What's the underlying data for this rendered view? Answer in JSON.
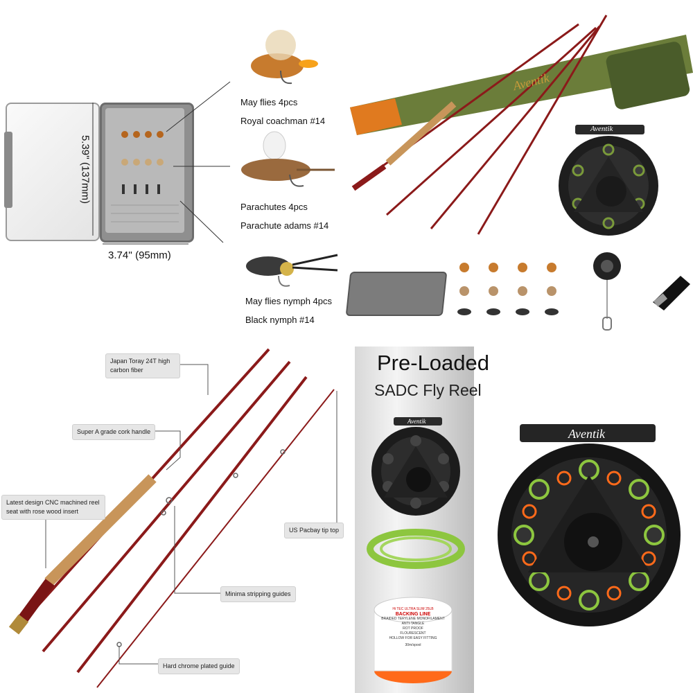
{
  "fly_box": {
    "height_dim": "5.39'' (137mm)",
    "width_dim": "3.74'' (95mm)"
  },
  "flies": [
    {
      "name": "May flies 4pcs",
      "pattern": "Royal coachman #14"
    },
    {
      "name": "Parachutes 4pcs",
      "pattern": "Parachute adams #14"
    },
    {
      "name": "May flies nymph 4pcs",
      "pattern": "Black nymph #14"
    }
  ],
  "brand": "Aventik",
  "rod_features": {
    "carbon": "Japan Toray 24T high carbon fiber",
    "handle": "Super A grade cork handle",
    "reel_seat": "Latest design CNC machined reel seat with rose wood insert",
    "tip_top": "US Pacbay tip top",
    "stripping": "Minima stripping guides",
    "guides": "Hard chrome plated guide"
  },
  "reel_panel": {
    "title": "Pre-Loaded",
    "subtitle": "SADC Fly Reel",
    "backing_brand": "Hi TEC ULTRA SLIM 25LB",
    "backing_label": "BACKING LINE",
    "backing_spec_1": "BRAIDED TERYLENE MONOFILAMENT",
    "backing_spec_2": "ANTI-TANGLE",
    "backing_spec_3": "ROT PROOF",
    "backing_spec_4": "FLOURESCENT",
    "backing_spec_5": "HOLLOW FOR EASY FITTING",
    "backing_length": "30m/spool"
  },
  "colors": {
    "rod": "#8b1a1a",
    "tube": "#6b7d3a",
    "tube_cap": "#e07a1f",
    "cork": "#c8955a",
    "reel": "#2b2b2b",
    "line_green": "#8dc63f",
    "line_orange": "#ff6a1a"
  }
}
